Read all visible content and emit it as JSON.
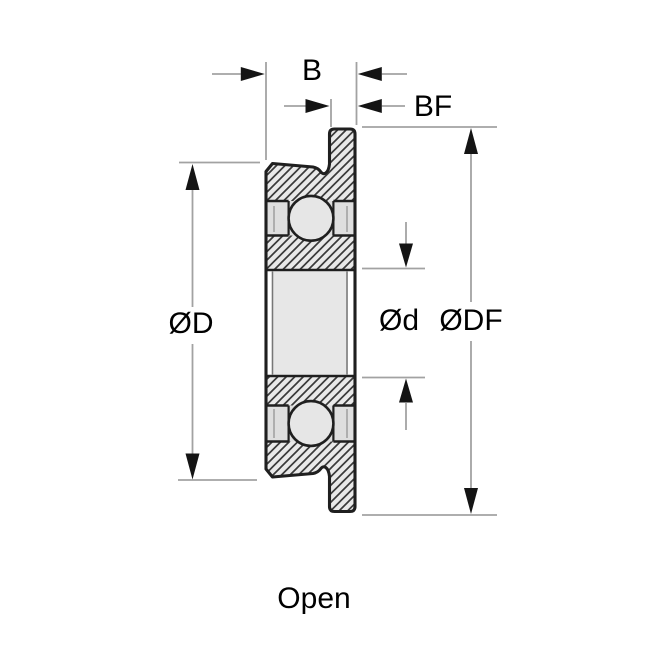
{
  "caption": "Open",
  "dimensions": {
    "width_label": "B",
    "flange_width_label": "BF",
    "outer_diameter_label": "ØD",
    "bore_diameter_label": "Ød",
    "flange_diameter_label": "ØDF"
  },
  "colors": {
    "background": "#ffffff",
    "outline": "#1f1f1f",
    "hatch_line": "#3a3a3a",
    "hatch_bg": "#e9e9e9",
    "fill_light": "#dedede",
    "ball_fill": "#e6e6e6",
    "bore_fill": "#e7e7e7",
    "dimension_line": "#a2a2a2",
    "arrowhead": "#141414",
    "text": "#000000",
    "faint_line": "#999999"
  }
}
